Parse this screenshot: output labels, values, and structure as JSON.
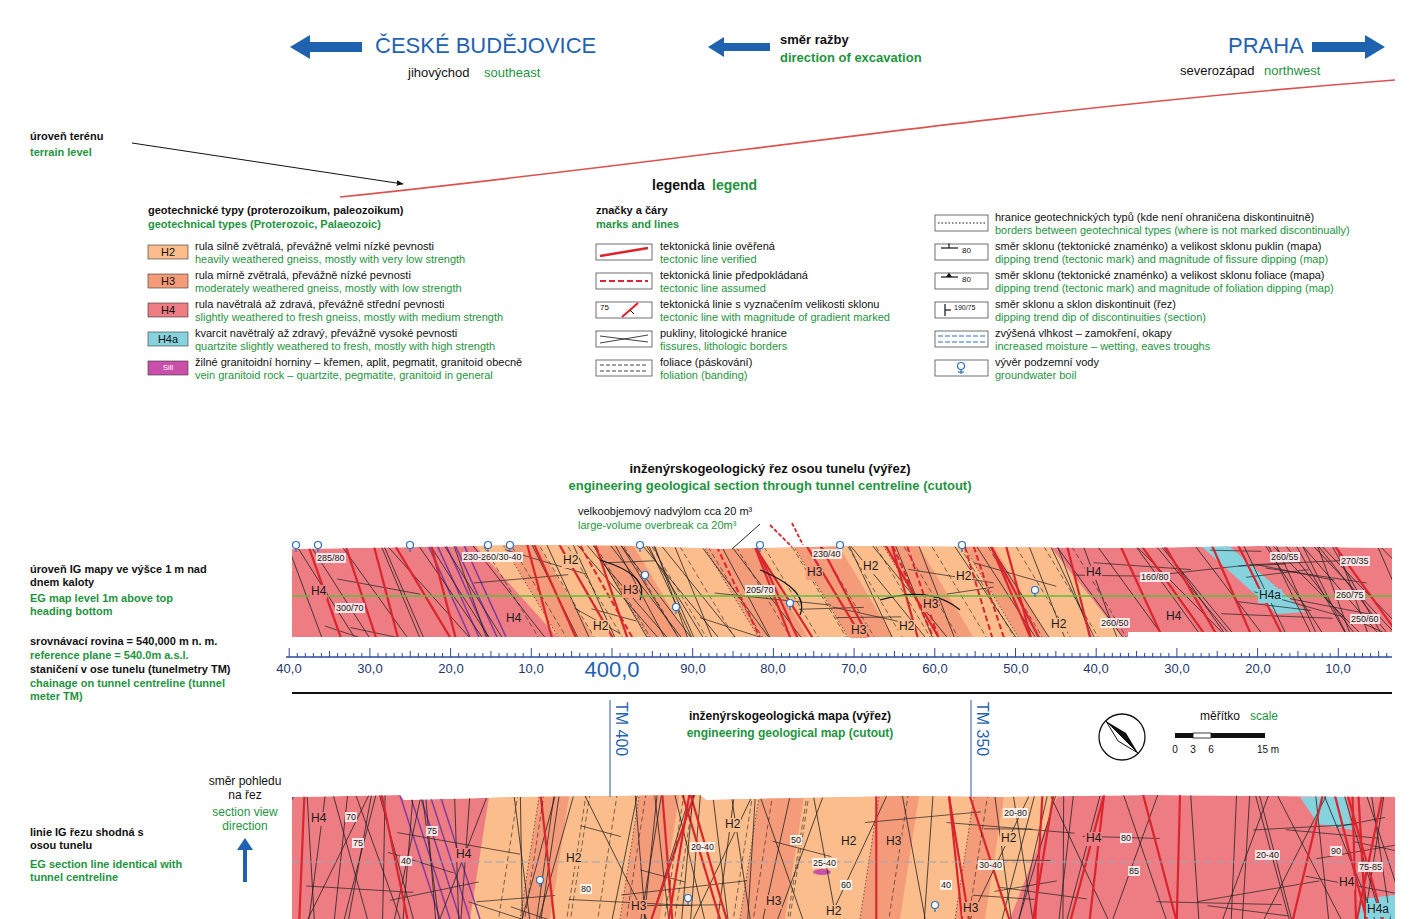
{
  "diagram": {
    "labels": [
      "ČESKÉ BUDĚJOVICE",
      "jihovýchod",
      "southeast",
      "směr ražby",
      "direction of excavation",
      "PRAHA",
      "severozápad",
      "northwest",
      "úroveň terénu",
      "terrain level",
      "legenda",
      "legend",
      "geotechnické typy (proterozoikum, paleozoikum)",
      "geotechnical types (Proterozoic, Palaeozoic)",
      "H2",
      "heavily weathered gneiss, mostly with very low strength",
      "H3",
      "moderately weathered gneiss, mostly with low strength",
      "H4",
      "slightly weathered to fresh gneiss, mostly with medium strength",
      "H4a",
      "quartzite slightly weathered to fresh, mostly with high strength",
      "Sill",
      "vein granitoid rock – quartzite, pegmatite, granitoid in general",
      "značky a čáry",
      "marks and lines",
      "tectonic line verified",
      "tectonic line assumed",
      "75",
      "tectonic line with magnitude of gradient marked",
      "fissures, lithologic borders",
      "foliation (banding)",
      "borders between geotechnical types (where is not marked discontinually)",
      "80",
      "dipping trend (tectonic mark) and magnitude of fissure dipping (map)",
      "80",
      "dipping trend (tectonic mark) and magnitude of foliation dipping (map)",
      "190/75",
      "dipping trend dip of discontinuities (section)",
      "increased moisture – wetting, eaves troughs",
      "groundwater boil",
      "inženýrskogeologický řez osou tunelu (výřez)",
      "engineering geological section through tunnel centreline (cutout)",
      "velkoobjemový nadvýlom cca 20 m³",
      "large-volume overbreak ca 20m³",
      "úroveň IG mapy ve výšce 1 m nad dnem kaloty",
      "EG map level 1m above top heading bottom",
      "srovnávací rovina = 540,000 m n. m.",
      "reference plane = 540.0m a.s.l.",
      "staničení v ose tunelu (tunelmetry TM)",
      "chainage on tunnel centreline (tunnel meter TM)",
      "40,0",
      "30,0",
      "20,0",
      "10,0",
      "400,0",
      "90,0",
      "80,0",
      "70,0",
      "60,0",
      "50,0",
      "40,0",
      "30,0",
      "20,0",
      "10,0",
      "inženýrskogeologická mapa (výřez)",
      "engineering geological map (cutout)",
      "TM 400",
      "TM 350",
      "měřítko",
      "scale",
      "0",
      "3",
      "6",
      "15 m",
      "směr pohledu na řez",
      "section view direction",
      "linie IG řezu shodná s osou tunelu",
      "EG section line identical with tunnel centreline",
      "H4",
      "H2",
      "H3",
      "H4",
      "H2",
      "H3",
      "H2",
      "H3",
      "H2",
      "H3",
      "H2",
      "H2",
      "H4",
      "H4",
      "H4a",
      "285/80",
      "300/70",
      "230-260/30-40",
      "230/40",
      "205/70",
      "260/50",
      "160/80",
      "260/55",
      "270/35",
      "260/75",
      "250/60",
      "H4",
      "H4",
      "H2",
      "H3",
      "H2",
      "H3",
      "H2",
      "H3",
      "H2",
      "H2",
      "H3",
      "H4",
      "H4",
      "H4a",
      "70",
      "75",
      "40",
      "75",
      "80",
      "20-40",
      "50",
      "25-40",
      "60",
      "40",
      "30-40",
      "20-80",
      "80",
      "85",
      "20-40",
      "90",
      "75-85"
    ],
    "legend": [
      {
        "text": "rula silně zvětralá, převážně velmi nízké pevnosti",
        "color": "#fbbd8b"
      },
      {
        "text": "rula mírně zvětralá, převážně nízké pevnosti",
        "color": "#f49c7a"
      },
      {
        "text": "rula navětralá až zdravá, převážně střední pevnosti",
        "color": "#ee7c83"
      },
      {
        "text": "kvarcit navětralý až zdravý, převážně vysoké pevnosti",
        "color": "#86d3dd"
      },
      {
        "text": "žilné granitoidní horniny – křemen, aplit, pegmatit, granitoid obecně",
        "color": "#c94fa8"
      },
      {
        "text": "tektonická linie ověřená"
      },
      {
        "text": "tektonická linie předpokládaná"
      },
      {
        "text": "tektonická linie s vyznačením velikosti sklonu"
      },
      {
        "text": "pukliny, litologické hranice"
      },
      {
        "text": "foliace (páskování)"
      },
      {
        "text": "hranice geotechnických typů (kde není ohraničena diskontinuitně)"
      },
      {
        "text": "směr sklonu (tektonické znaménko) a velikost sklonu puklin (mapa)"
      },
      {
        "text": "směr sklonu (tektonické znaménko) a velikost sklonu foliace (mapa)"
      },
      {
        "text": "směr sklonu a sklon diskontinuit (řez)"
      },
      {
        "text": "zvýšená vlhkost – zamokření, okapy"
      },
      {
        "text": "vývěr podzemní vody"
      }
    ]
  }
}
